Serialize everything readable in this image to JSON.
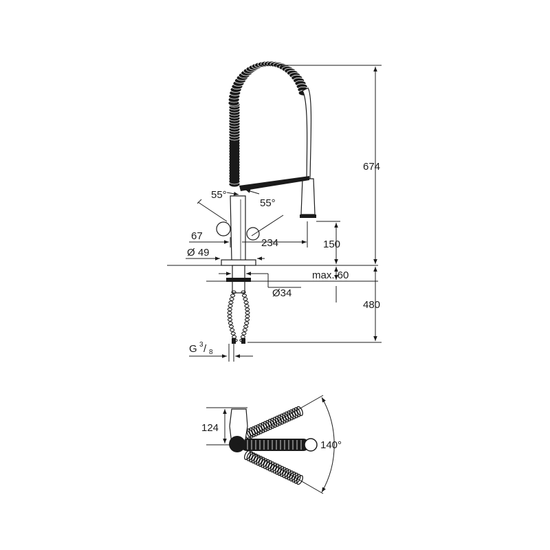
{
  "drawing": {
    "front_view": {
      "height_total": "674",
      "height_below_deck": "480",
      "angle_left": "55°",
      "angle_right": "55°",
      "lever_offset": "67",
      "spout_reach": "234",
      "spout_height": "150",
      "base_diameter": "Ø 49",
      "deck_thickness": "max. 60",
      "hole_diameter": "Ø34",
      "thread_base": "G",
      "thread_num": "3",
      "thread_den": "8"
    },
    "top_view": {
      "depth": "124",
      "swivel_angle": "140°"
    }
  },
  "colors": {
    "line": "#1a1a1a",
    "background": "#ffffff"
  }
}
